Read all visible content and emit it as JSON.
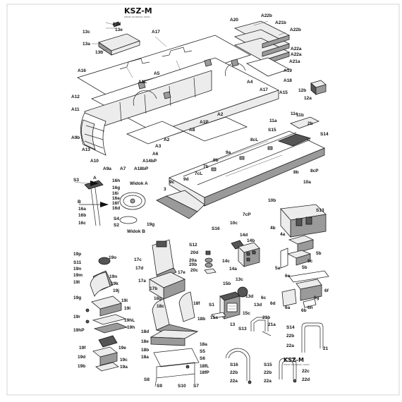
{
  "brand": {
    "logo_text": "KSZ-M",
    "tagline": "WIDOK ZŁOŻENIA / SZKIC",
    "tagline_bottom": "WIDOK ZŁOŻENIA / SZKIC"
  },
  "views": {
    "view_a": "Widok A",
    "view_b": "Widok B",
    "arrow_a": "A",
    "arrow_b": "B"
  },
  "labels": {
    "13d": "13d",
    "13e": "13e",
    "13c": "13c",
    "13a": "13a",
    "13b": "13b",
    "A17": "A17",
    "A20": "A20",
    "A22b": "A22b",
    "A21b": "A21b",
    "A22a": "A22a",
    "A22b_2": "A22b",
    "A21a": "A21a",
    "A19": "A19",
    "A18": "A18",
    "A16": "A16",
    "A5": "A5",
    "A1L": "A1L",
    "A4": "A4",
    "A17_2": "A17",
    "A15": "A15",
    "12b": "12b",
    "12a": "12a",
    "A12": "A12",
    "A2": "A2",
    "A11": "A11",
    "A1P": "A1P",
    "A8": "A8",
    "11c": "11c",
    "11b": "11b",
    "11a": "11a",
    "2b": "2b",
    "S15": "S15",
    "S14": "S14",
    "A9b": "A9b",
    "A3": "A3",
    "A6": "A6",
    "A13": "A13",
    "A14bP": "A14bP",
    "8cL": "8cL",
    "9a": "9a",
    "A10": "A10",
    "A9a": "A9a",
    "A7": "A7",
    "A18bP": "A18bP",
    "7b": "7b",
    "7cL": "7cL",
    "9b": "9b",
    "9d": "9d",
    "8cP": "8cP",
    "8b": "8b",
    "10a": "10a",
    "S3": "S3",
    "16h": "16h",
    "16g": "16g",
    "16i": "16i",
    "16e": "16e",
    "16f": "16f",
    "16d": "16d",
    "16a": "16a",
    "16b": "16b",
    "16c": "16c",
    "S4": "S4",
    "S2": "S2",
    "9c": "9c",
    "3": "3",
    "10b": "10b",
    "S13": "S13",
    "S16": "S16",
    "10c": "10c",
    "7cP": "7cP",
    "4b": "4b",
    "4a": "4a",
    "5b": "5b",
    "14d": "14d",
    "14b": "14b",
    "14c": "14c",
    "14a": "14a",
    "5a": "5a",
    "5c": "5c",
    "S12": "S12",
    "20d": "20d",
    "20a": "20a",
    "20b": "20b",
    "20c": "20c",
    "19p": "19p",
    "S11": "S11",
    "19n": "19n",
    "19m": "19m",
    "19o": "19o",
    "19l": "19l",
    "19k": "19k",
    "19j": "19j",
    "19i": "19i",
    "19g": "19g",
    "19r": "19r",
    "19hP": "19hP",
    "19hL": "19hL",
    "19h": "19h",
    "19f": "19f",
    "19e": "19e",
    "19d": "19d",
    "19c": "19c",
    "19b": "19b",
    "19a": "19a",
    "17c": "17c",
    "17d": "17d",
    "17e": "17e",
    "17a": "17a",
    "17b": "17b",
    "6a": "6a",
    "6b": "6b",
    "6c": "6c",
    "6d": "6d",
    "6e": "6e",
    "6f": "6f",
    "6g": "6g",
    "6h": "6h",
    "15b": "15b",
    "15c": "15c",
    "15d": "15d",
    "15a": "15a",
    "S1": "S1",
    "13": "13",
    "S7_top": "S7",
    "S7": "S7",
    "18g": "18g",
    "18c": "18c",
    "18f": "18f",
    "18b": "18b",
    "18d": "18d",
    "18e": "18e",
    "18a": "18a",
    "18h": "18h",
    "18fL": "18fL",
    "18fP": "18fP",
    "S5": "S5",
    "S6": "S6",
    "S8": "S8",
    "S9": "S9",
    "S10": "S10",
    "S9b": "S9",
    "21b": "21b",
    "21a": "21a",
    "S10b": "S10",
    "21": "21",
    "22a": "22a",
    "22b": "22b",
    "22c": "22c",
    "22d": "22d",
    "S16b": "S16",
    "S15b": "S15",
    "22b_2": "22b",
    "22a_2": "22a",
    "18d_2": "18d",
    "S1b": "S1",
    "S2b": "S2"
  }
}
